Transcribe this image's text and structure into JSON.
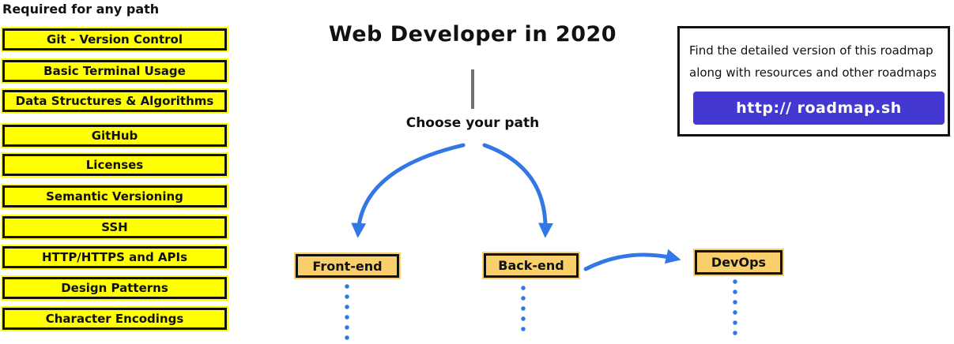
{
  "colors": {
    "node_yellow": "#FFFF00",
    "node_orange": "#F9CF6B",
    "node_border": "#111111",
    "arrow_blue": "#3377E6",
    "button_indigo": "#4339D2",
    "stem_gray": "#707070"
  },
  "required_section": {
    "heading": "Required for any path",
    "items": [
      "Git - Version Control",
      "Basic Terminal Usage",
      "Data Structures & Algorithms",
      "GitHub",
      "Licenses",
      "Semantic Versioning",
      "SSH",
      "HTTP/HTTPS and APIs",
      "Design Patterns",
      "Character Encodings"
    ]
  },
  "center": {
    "title": "Web Developer in 2020",
    "choose_label": "Choose your path",
    "paths": [
      "Front-end",
      "Back-end",
      "DevOps"
    ]
  },
  "info_box": {
    "line1": "Find the detailed version of this roadmap",
    "line2": "along with resources and other roadmaps",
    "button_label": "http:// roadmap.sh"
  }
}
